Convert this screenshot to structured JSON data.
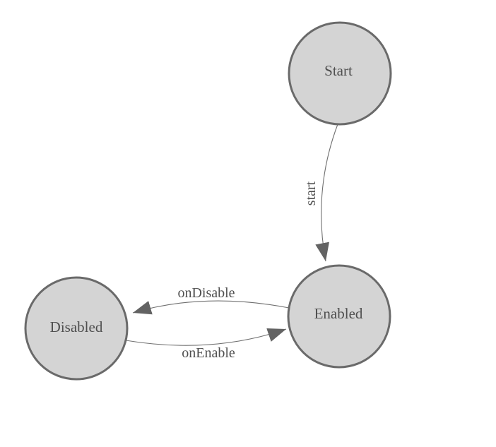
{
  "diagram": {
    "type": "state-machine",
    "colors": {
      "background": "#ffffff",
      "node_fill": "#d4d4d4",
      "node_border": "#6a6a6a",
      "edge_line": "#707070",
      "arrow": "#636363",
      "text": "#4f4f4f"
    },
    "nodes": [
      {
        "id": "start",
        "label": "Start"
      },
      {
        "id": "enabled",
        "label": "Enabled"
      },
      {
        "id": "disabled",
        "label": "Disabled"
      }
    ],
    "edges": [
      {
        "from": "start",
        "to": "enabled",
        "label": "start"
      },
      {
        "from": "enabled",
        "to": "disabled",
        "label": "onDisable"
      },
      {
        "from": "disabled",
        "to": "enabled",
        "label": "onEnable"
      }
    ]
  }
}
